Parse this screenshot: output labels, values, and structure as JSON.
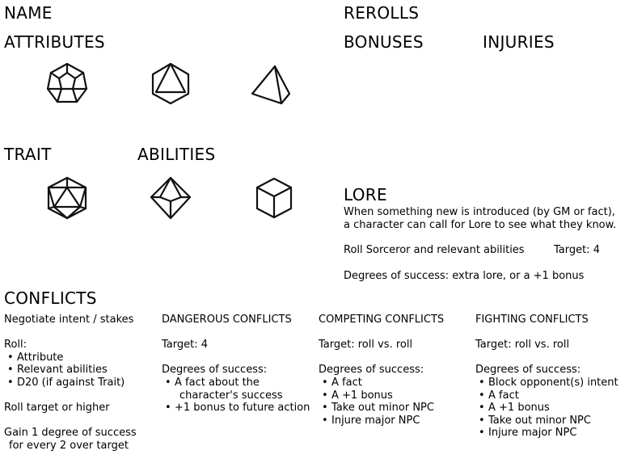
{
  "headings": {
    "name": "NAME",
    "rerolls": "REROLLS",
    "attributes": "ATTRIBUTES",
    "bonuses": "BONUSES",
    "injuries": "INJURIES",
    "trait": "TRAIT",
    "abilities": "ABILITIES",
    "lore": "LORE",
    "conflicts": "CONFLICTS"
  },
  "dice_icons": [
    "d12-icon",
    "d8-icon",
    "d4-icon",
    "d20-icon",
    "d10-icon",
    "d6-icon"
  ],
  "lore": {
    "line1": "When something new is introduced (by GM or fact),",
    "line2": "a character can call for Lore to see what they know.",
    "roll": "Roll Sorceror and relevant abilities",
    "target": "Target: 4",
    "degrees": "Degrees of success: extra lore, or a +1 bonus"
  },
  "conflicts": {
    "general": {
      "intro": "Negotiate intent / stakes",
      "roll_label": "Roll:",
      "roll_items": [
        "Attribute",
        "Relevant abilities",
        "D20 (if against Trait)"
      ],
      "target": "Roll target or higher",
      "gain_line1": "Gain 1 degree of success",
      "gain_line2": "for every 2 over target"
    },
    "dangerous": {
      "title": "DANGEROUS CONFLICTS",
      "target": "Target: 4",
      "degrees_label": "Degrees of success:",
      "item1_line1": "A fact about the",
      "item1_line2": "character's success",
      "item2": "+1 bonus to future action"
    },
    "competing": {
      "title": "COMPETING CONFLICTS",
      "target": "Target: roll vs. roll",
      "degrees_label": "Degrees of success:",
      "items": [
        "A fact",
        "A +1 bonus",
        "Take out minor NPC",
        "Injure major NPC"
      ]
    },
    "fighting": {
      "title": "FIGHTING CONFLICTS",
      "target": "Target: roll vs. roll",
      "degrees_label": "Degrees of success:",
      "items": [
        "Block opponent(s) intent",
        "A fact",
        "A +1 bonus",
        "Take out minor NPC",
        "Injure major NPC"
      ]
    }
  }
}
